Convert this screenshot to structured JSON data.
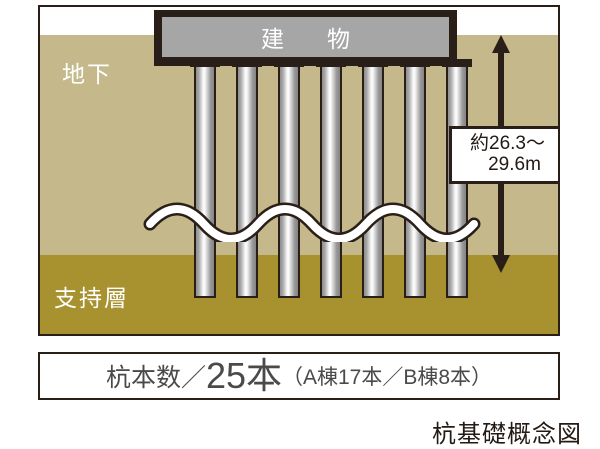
{
  "figure": {
    "caption": "杭基礎概念図"
  },
  "diagram": {
    "building": {
      "label": "建　物"
    },
    "soil_layers": [
      {
        "name": "underground",
        "label": "地下",
        "color": "#c5b98c"
      },
      {
        "name": "bearing-layer",
        "label": "支持層",
        "color": "#a7922f"
      }
    ],
    "depth_annotation": {
      "line1": "約26.3～",
      "line2": "29.6m",
      "arrow": "double-headed-vertical-arrow"
    },
    "piles": {
      "visible_count": 7,
      "color_light": "#ffffff",
      "color_dark": "#848484",
      "outline": "#2a1f18"
    },
    "break_line": {
      "style": "wavy",
      "color": "#ffffff"
    },
    "icons": {
      "arrow_up": "arrow-up-icon",
      "arrow_down": "arrow-down-icon"
    }
  },
  "pile_count_box": {
    "prefix": "杭本数／",
    "number": "25本",
    "suffix": "（A棟17本／B棟8本）"
  },
  "colors": {
    "frame": "#2a1f18",
    "building_fill": "#a6a6a6",
    "soil_upper": "#c5b98c",
    "soil_lower": "#a7922f",
    "text_dark": "#4a4a4a"
  }
}
